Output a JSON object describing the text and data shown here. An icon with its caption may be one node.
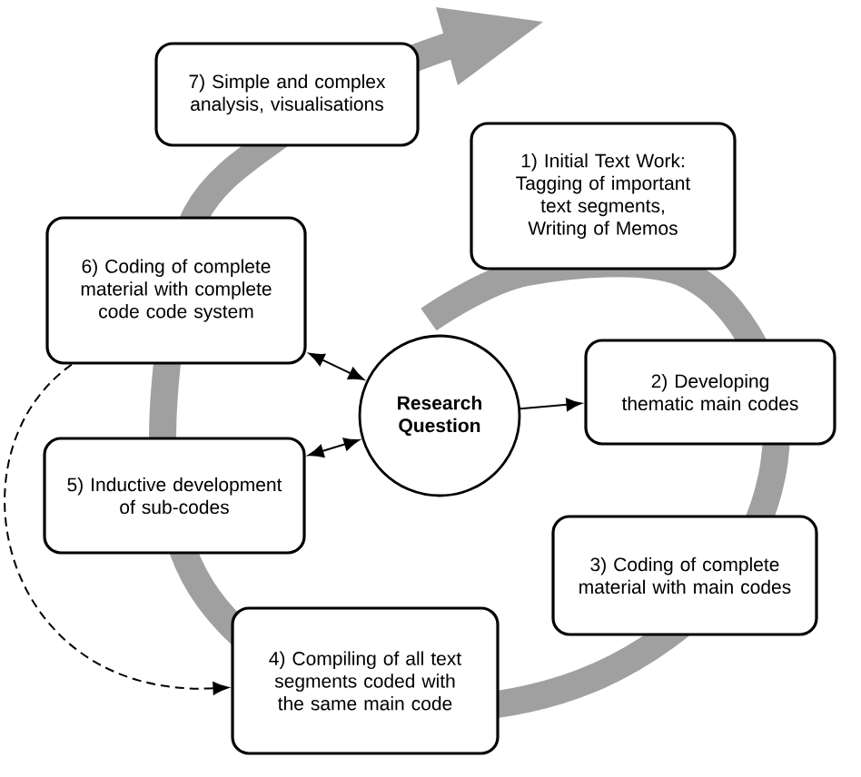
{
  "diagram": {
    "nodes": [
      {
        "text": [
          "Research Question"
        ]
      },
      {
        "text": [
          "1) Initial Text Work: Tagging of important text segments, Writing of Memos"
        ]
      },
      {
        "text": [
          "2) Developing thematic main codes"
        ]
      },
      {
        "text": [
          "3) Coding of complete material with main codes"
        ]
      },
      {
        "text": [
          "4) Compiling of all text segments coded with the same main code"
        ]
      },
      {
        "text": [
          "5) Inductive development of sub-codes"
        ]
      },
      {
        "text": [
          "6) Coding of complete material with complete code code system"
        ]
      },
      {
        "text": [
          "7) Simple and complex analysis, visualisations"
        ]
      }
    ],
    "edges": [
      {
        "from": 0,
        "to": 2,
        "arrow": "to"
      },
      {
        "from": 0,
        "to": 6,
        "arrow": "both"
      },
      {
        "from": 0,
        "to": 5,
        "arrow": "both"
      },
      {
        "from": 6,
        "to": 4,
        "arrow": "to",
        "style": "dashed"
      }
    ]
  }
}
